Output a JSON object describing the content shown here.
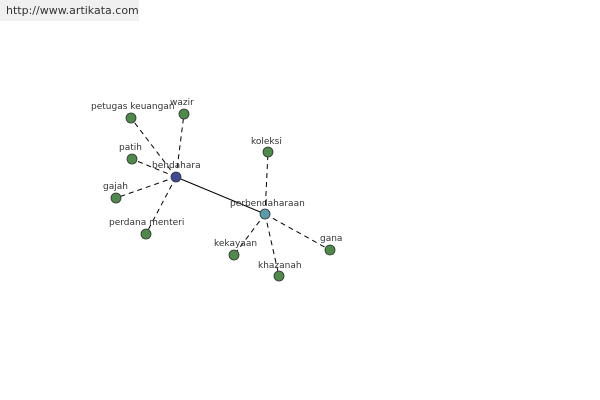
{
  "watermark": {
    "url": "http://www.artikata.com"
  },
  "graph": {
    "colors": {
      "hub": "#3e4a91",
      "secondary_hub": "#5a9bab",
      "leaf": "#4e8a4a",
      "edge": "#000000"
    },
    "nodes": [
      {
        "id": "bendahara",
        "label": "bendahara",
        "kind": "hub"
      },
      {
        "id": "perbendaharaan",
        "label": "perbendaharaan",
        "kind": "secondary_hub"
      },
      {
        "id": "petugas-keuangan",
        "label": "petugas keuangan",
        "kind": "leaf"
      },
      {
        "id": "wazir",
        "label": "wazir",
        "kind": "leaf"
      },
      {
        "id": "patih",
        "label": "patih",
        "kind": "leaf"
      },
      {
        "id": "gajah",
        "label": "gajah",
        "kind": "leaf"
      },
      {
        "id": "perdana-menteri",
        "label": "perdana menteri",
        "kind": "leaf"
      },
      {
        "id": "koleksi",
        "label": "koleksi",
        "kind": "leaf"
      },
      {
        "id": "kekayaan",
        "label": "kekayaan",
        "kind": "leaf"
      },
      {
        "id": "khazanah",
        "label": "khazanah",
        "kind": "leaf"
      },
      {
        "id": "gana",
        "label": "gana",
        "kind": "leaf"
      }
    ],
    "edges": [
      {
        "from": "bendahara",
        "to": "perbendaharaan",
        "style": "solid"
      },
      {
        "from": "bendahara",
        "to": "petugas-keuangan",
        "style": "dashed"
      },
      {
        "from": "bendahara",
        "to": "wazir",
        "style": "dashed"
      },
      {
        "from": "bendahara",
        "to": "patih",
        "style": "dashed"
      },
      {
        "from": "bendahara",
        "to": "gajah",
        "style": "dashed"
      },
      {
        "from": "bendahara",
        "to": "perdana-menteri",
        "style": "dashed"
      },
      {
        "from": "perbendaharaan",
        "to": "koleksi",
        "style": "dashed"
      },
      {
        "from": "perbendaharaan",
        "to": "kekayaan",
        "style": "dashed"
      },
      {
        "from": "perbendaharaan",
        "to": "khazanah",
        "style": "dashed"
      },
      {
        "from": "perbendaharaan",
        "to": "gana",
        "style": "dashed"
      }
    ]
  }
}
